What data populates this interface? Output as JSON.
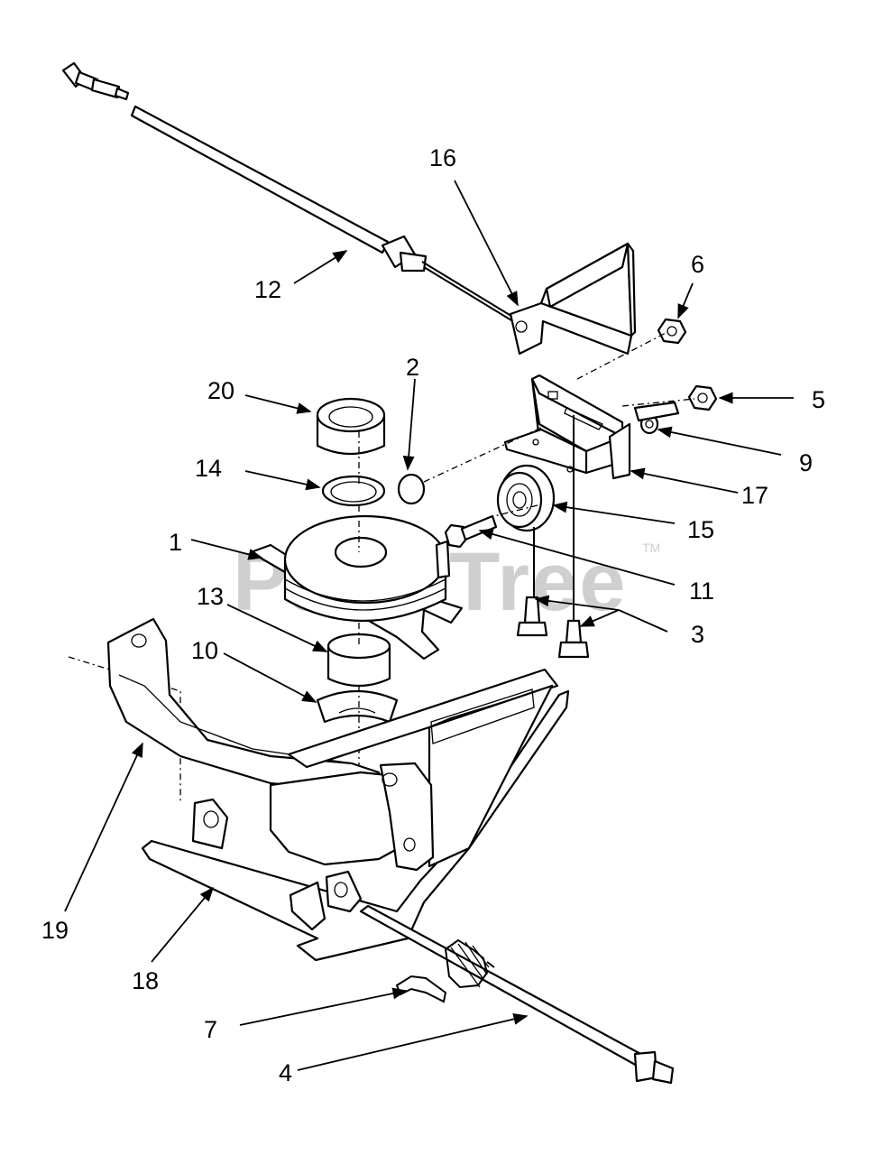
{
  "watermark": {
    "text": "PartsTree",
    "trademark": "TM"
  },
  "callouts": [
    {
      "id": "c1",
      "text": "1"
    },
    {
      "id": "c2",
      "text": "2"
    },
    {
      "id": "c3",
      "text": "3"
    },
    {
      "id": "c4",
      "text": "4"
    },
    {
      "id": "c5",
      "text": "5"
    },
    {
      "id": "c6",
      "text": "6"
    },
    {
      "id": "c7",
      "text": "7"
    },
    {
      "id": "c9",
      "text": "9"
    },
    {
      "id": "c10",
      "text": "10"
    },
    {
      "id": "c11",
      "text": "11"
    },
    {
      "id": "c12",
      "text": "12"
    },
    {
      "id": "c13",
      "text": "13"
    },
    {
      "id": "c14",
      "text": "14"
    },
    {
      "id": "c15",
      "text": "15"
    },
    {
      "id": "c16",
      "text": "16"
    },
    {
      "id": "c17",
      "text": "17"
    },
    {
      "id": "c18",
      "text": "18"
    },
    {
      "id": "c19",
      "text": "19"
    },
    {
      "id": "c20",
      "text": "20"
    }
  ]
}
